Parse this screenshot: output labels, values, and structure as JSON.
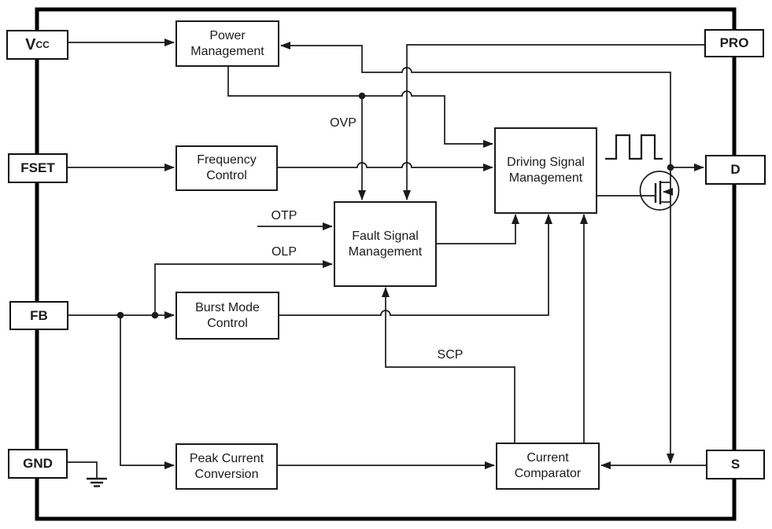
{
  "pins": {
    "vcc": {
      "label_main": "V",
      "label_sub": "CC"
    },
    "fset": {
      "label": "FSET"
    },
    "fb": {
      "label": "FB"
    },
    "gnd": {
      "label": "GND"
    },
    "pro": {
      "label": "PRO"
    },
    "d": {
      "label": "D"
    },
    "s": {
      "label": "S"
    }
  },
  "blocks": {
    "power_management": {
      "label": "Power Management"
    },
    "frequency_control": {
      "label": "Frequency Control"
    },
    "fault_signal_management": {
      "label": "Fault Signal Management"
    },
    "driving_signal_management": {
      "label": "Driving Signal Management"
    },
    "burst_mode_control": {
      "label": "Burst Mode Control"
    },
    "peak_current_conversion": {
      "label": "Peak Current Conversion"
    },
    "current_comparator": {
      "label": "Current Comparator"
    }
  },
  "signals": {
    "ovp": "OVP",
    "otp": "OTP",
    "olp": "OLP",
    "scp": "SCP"
  },
  "icons": {
    "mosfet": "n-mosfet-symbol",
    "waveform": "square-wave-icon",
    "ground": "ground-symbol"
  },
  "colors": {
    "line": "#1b1b1b",
    "border": "#000000",
    "background": "#ffffff"
  }
}
